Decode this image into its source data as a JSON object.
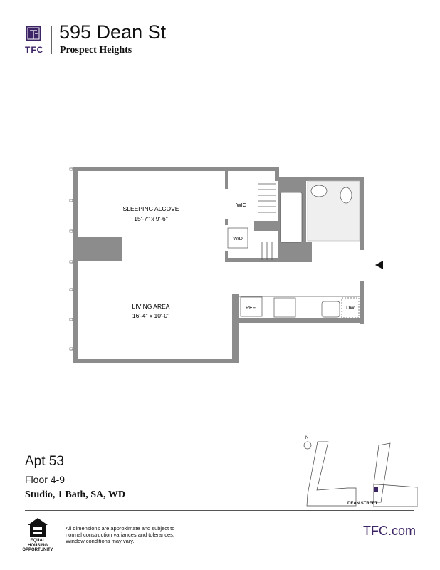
{
  "header": {
    "logo_text": "TFC",
    "title": "595 Dean St",
    "subtitle": "Prospect Heights"
  },
  "plan": {
    "rooms": [
      {
        "name": "SLEEPING ALCOVE",
        "dims": "15'-7\" x 9'-6\""
      },
      {
        "name": "LIVING AREA",
        "dims": "16'-4\" x 10'-0\""
      }
    ],
    "labels": {
      "wic": "WIC",
      "wd": "W/D",
      "ref": "REF",
      "dw": "DW"
    }
  },
  "unit": {
    "apt": "Apt 53",
    "floor": "Floor 4-9",
    "description": "Studio, 1 Bath, SA, WD"
  },
  "keyplan": {
    "street": "DEAN STREET",
    "north": "N",
    "highlight_color": "#3d2466"
  },
  "footer": {
    "eho_label": "EQUAL HOUSING OPPORTUNITY",
    "disclaimer": "All dimensions are approximate and subject to normal construction variances and tolerances. Window conditions may vary.",
    "website": "TFC.com"
  },
  "colors": {
    "brand": "#3d2466",
    "wall": "#8c8c8c"
  }
}
